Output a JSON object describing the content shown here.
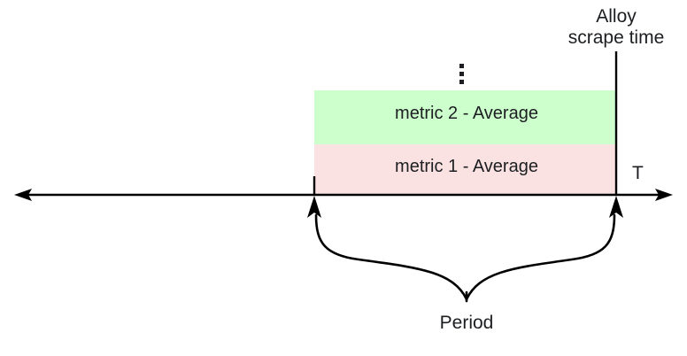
{
  "diagram": {
    "title": "Alloy scrape time and metric averaging period over time axis",
    "axis": {
      "name": "time-axis",
      "label": "T",
      "left_arrow_icon": "arrow-left-icon",
      "right_arrow_icon": "arrow-right-icon"
    },
    "callout": {
      "name": "alloy-scrape-time",
      "line1": "Alloy",
      "line2": "scrape time"
    },
    "ellipsis": {
      "name": "vertical-ellipsis",
      "glyph": "⋮",
      "dot_count": 3
    },
    "bands": [
      {
        "id": "metric-2",
        "label": "metric 2 - Average",
        "color": "#ccffcc"
      },
      {
        "id": "metric-1",
        "label": "metric 1 - Average",
        "color": "#fbe2e2"
      }
    ],
    "period": {
      "name": "period-brace",
      "label": "Period",
      "start_tick_name": "period-start-tick",
      "end_tick_name": "period-end-tick"
    },
    "colors": {
      "ink": "#1c1e21",
      "stroke": "#000000",
      "band_green": "#ccffcc",
      "band_pink": "#fbe2e2",
      "background": "#ffffff"
    }
  }
}
